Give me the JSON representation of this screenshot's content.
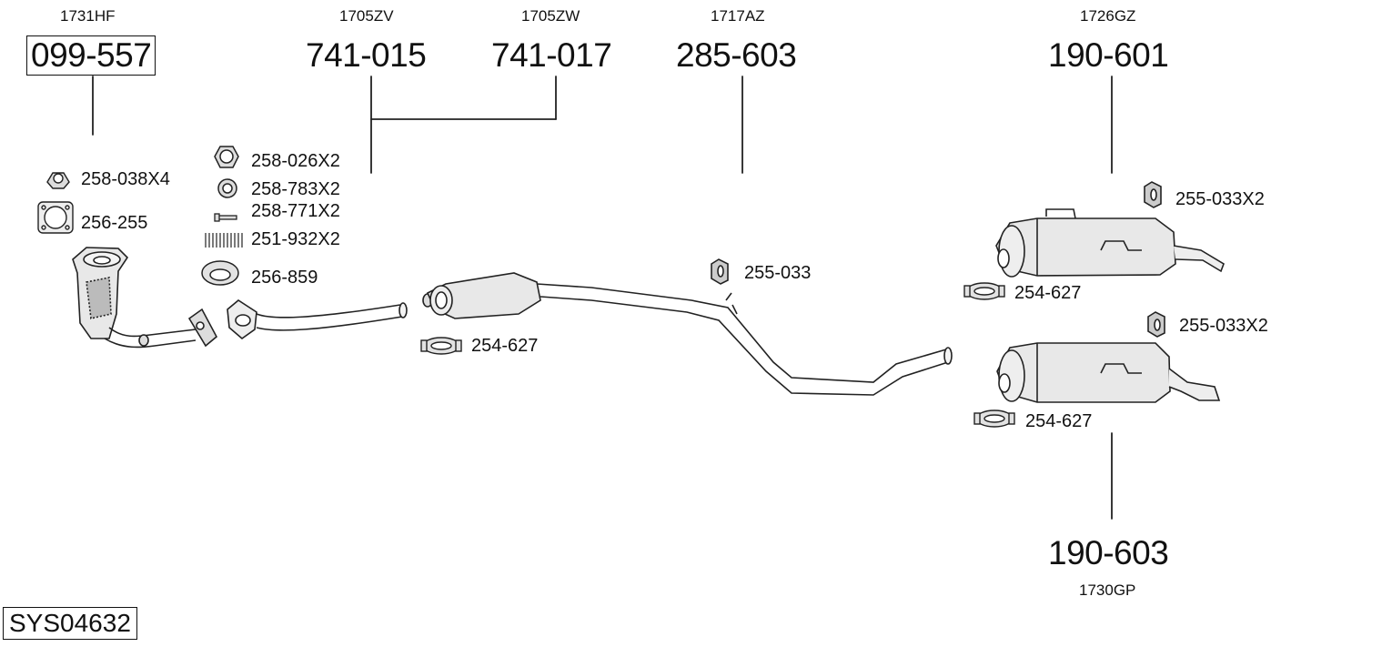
{
  "diagram_id": "SYS04632",
  "parts": {
    "p099557": {
      "ref": "1731HF",
      "number": "099-557"
    },
    "p741015": {
      "ref": "1705ZV",
      "number": "741-015"
    },
    "p741017": {
      "ref": "1705ZW",
      "number": "741-017"
    },
    "p285603": {
      "ref": "1717AZ",
      "number": "285-603"
    },
    "p190601": {
      "ref": "1726GZ",
      "number": "190-601"
    },
    "p190603": {
      "ref": "1730GP",
      "number": "190-603"
    }
  },
  "accessories": {
    "nut_cat": "258-038X4",
    "gasket_cat": "256-255",
    "nut_hex": "258-026X2",
    "washer": "258-783X2",
    "bolt": "258-771X2",
    "spring": "251-932X2",
    "ring_gasket": "256-859",
    "clamp_front": "254-627",
    "hanger_mid": "255-033",
    "hanger_rear_upper": "255-033X2",
    "clamp_rear_upper": "254-627",
    "hanger_rear_lower": "255-033X2",
    "clamp_rear_lower": "254-627"
  },
  "colors": {
    "line": "#222222",
    "fill_light": "#e6e6e6",
    "fill_mid": "#cccccc"
  }
}
